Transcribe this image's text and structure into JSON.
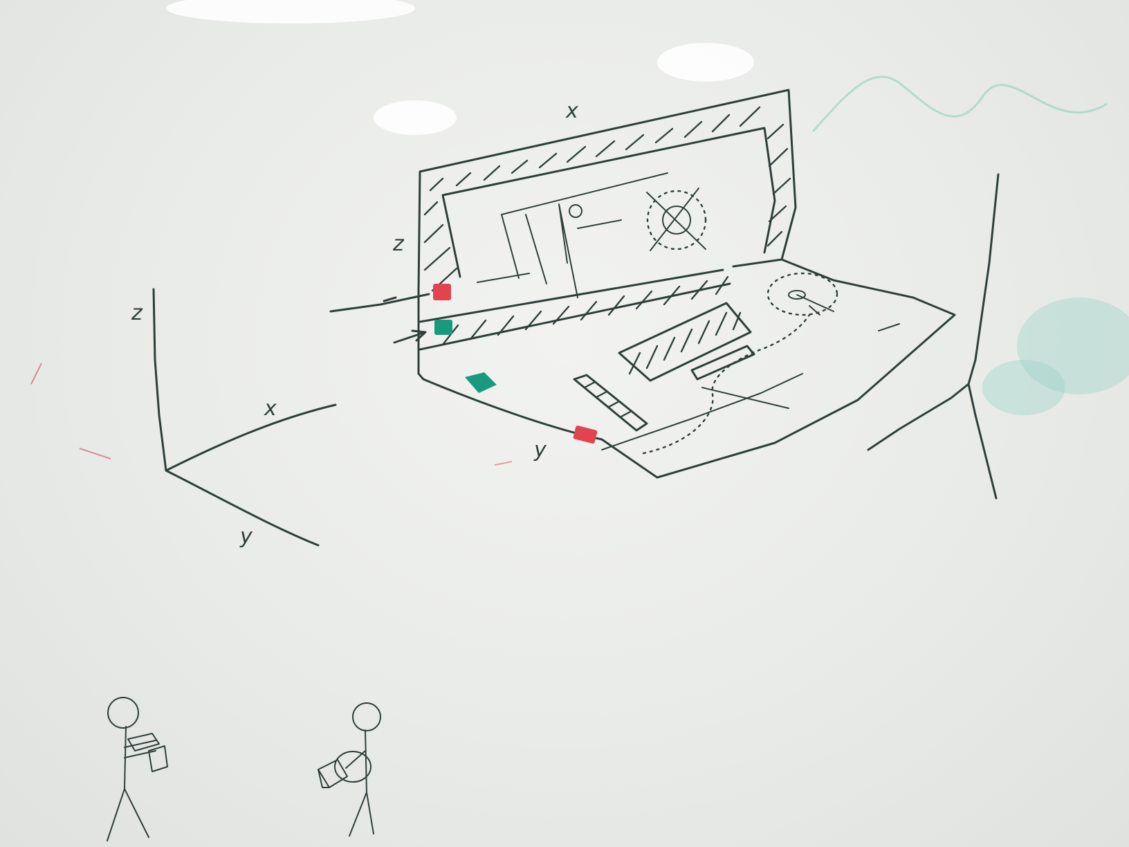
{
  "axes": {
    "z": "z",
    "x": "x",
    "y": "y"
  },
  "model_labels": {
    "z": "z",
    "x": "x",
    "y": "y"
  },
  "colors": {
    "ink": "#2e3f3b",
    "red_marker": "#e2444f",
    "green_marker": "#1a9a7c",
    "board": "#eceeeb"
  },
  "markers": [
    {
      "id": "red-cube-wall",
      "color": "#e2444f"
    },
    {
      "id": "green-cube-wall",
      "color": "#1a9a7c"
    },
    {
      "id": "green-cube-floor",
      "color": "#1a9a7c"
    },
    {
      "id": "red-cube-floor",
      "color": "#e2444f"
    }
  ],
  "figures": [
    {
      "id": "person-holding-box-left"
    },
    {
      "id": "person-holding-box-right"
    }
  ]
}
